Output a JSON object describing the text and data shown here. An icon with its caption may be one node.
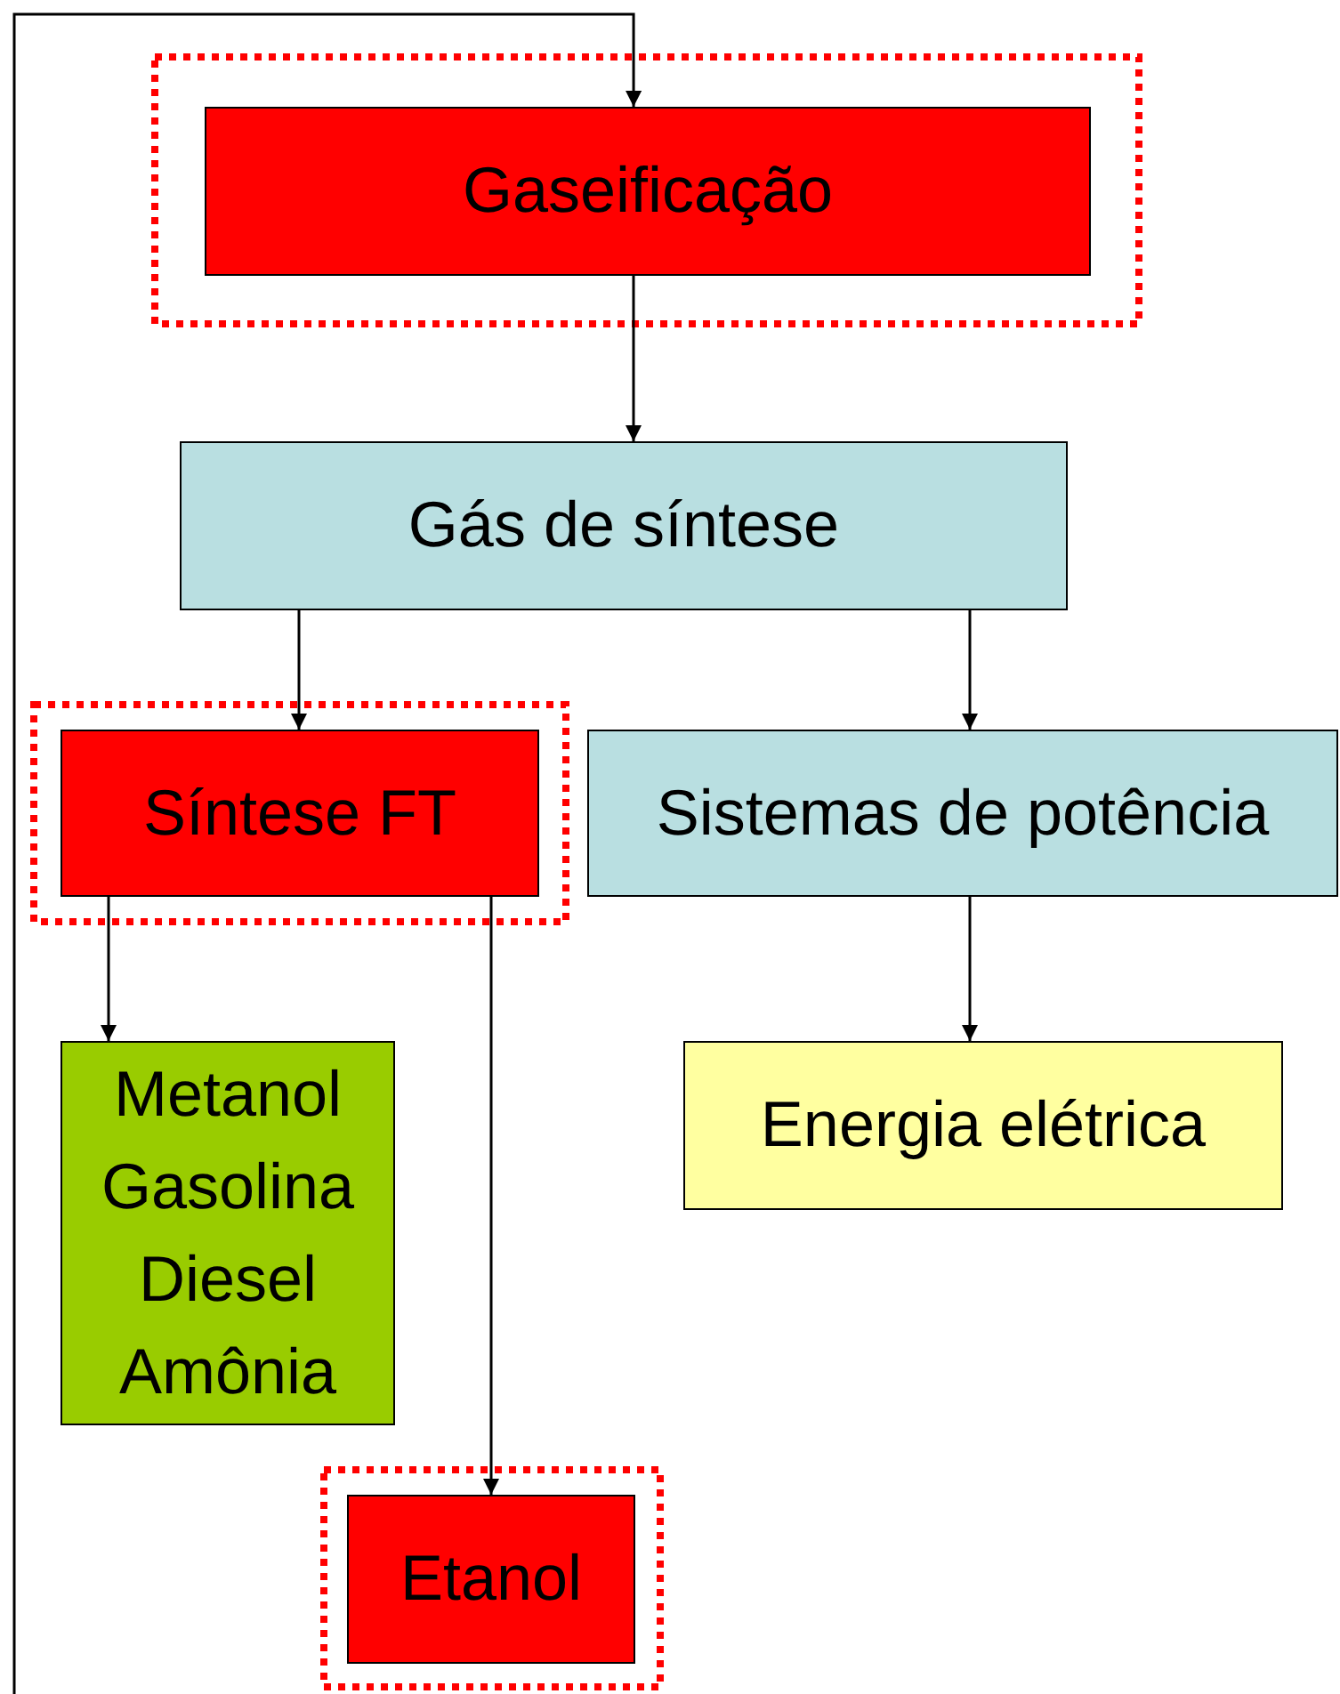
{
  "diagram": {
    "nodes": [
      {
        "text": [
          "Gaseificação"
        ]
      },
      {
        "text": [
          "Gás de síntese"
        ]
      },
      {
        "text": [
          "Síntese FT"
        ]
      },
      {
        "text": [
          "Sistemas de potência"
        ]
      },
      {
        "text": [
          "Metanol",
          "Gasolina",
          "Diesel",
          "Amônia"
        ]
      },
      {
        "text": [
          "Energia elétrica"
        ]
      },
      {
        "text": [
          "Etanol"
        ]
      }
    ],
    "edges": [
      {
        "from": 0,
        "to": 1,
        "arrow": "to"
      },
      {
        "from": 1,
        "to": 2,
        "arrow": "to"
      },
      {
        "from": 1,
        "to": 3,
        "arrow": "to"
      },
      {
        "from": 2,
        "to": 4,
        "arrow": "to"
      },
      {
        "from": 2,
        "to": 6,
        "arrow": "to"
      },
      {
        "from": 3,
        "to": 5,
        "arrow": "to"
      },
      {
        "from": null,
        "to": 0,
        "arrow": "to"
      }
    ]
  }
}
